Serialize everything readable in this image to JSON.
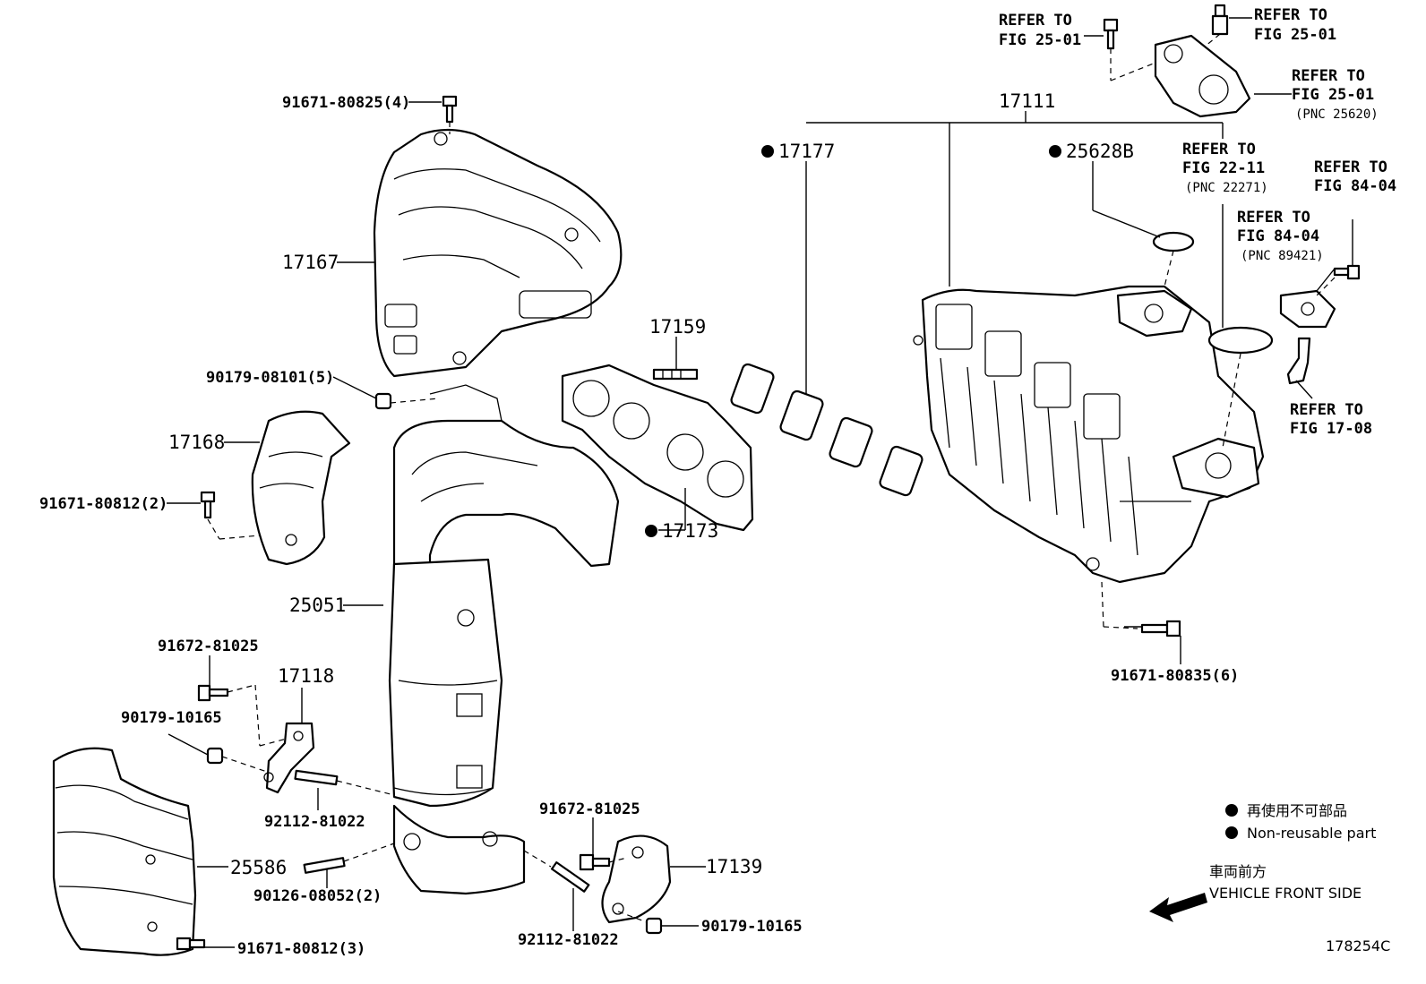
{
  "labels": {
    "l_91671_80825": "91671-80825(4)",
    "l_17167": "17167",
    "l_90179_08101": "90179-08101(5)",
    "l_17168": "17168",
    "l_91671_80812_2": "91671-80812(2)",
    "l_25051": "25051",
    "l_91672_81025_a": "91672-81025",
    "l_17118": "17118",
    "l_90179_10165_a": "90179-10165",
    "l_92112_81022_a": "92112-81022",
    "l_25586": "25586",
    "l_90126_08052": "90126-08052(2)",
    "l_91671_80812_3": "91671-80812(3)",
    "l_91672_81025_b": "91672-81025",
    "l_17139": "17139",
    "l_92112_81022_b": "92112-81022",
    "l_90179_10165_b": "90179-10165",
    "l_17159": "17159",
    "l_17173": "17173",
    "l_17177": "17177",
    "l_17111": "17111",
    "l_25628B": "25628B",
    "l_91671_80835": "91671-80835(6)"
  },
  "refers": {
    "r1_line1": "REFER TO",
    "r1_line2": "FIG 25-01",
    "r2_line1": "REFER TO",
    "r2_line2": "FIG 25-01",
    "r3_line1": "REFER TO",
    "r3_line2": "FIG 25-01",
    "r3_pnc": "(PNC 25620)",
    "r4_line1": "REFER TO",
    "r4_line2": "FIG 22-11",
    "r4_pnc": "(PNC 22271)",
    "r5_line1": "REFER TO",
    "r5_line2": "FIG 84-04",
    "r6_line1": "REFER TO",
    "r6_line2": "FIG 84-04",
    "r6_pnc": "(PNC 89421)",
    "r7_line1": "REFER TO",
    "r7_line2": "FIG 17-08"
  },
  "legend": {
    "jp_text": "再使用不可部品",
    "en_text": "Non-reusable part"
  },
  "direction": {
    "jp_text": "車両前方",
    "en_text": "VEHICLE FRONT SIDE"
  },
  "figure_id": "178254C"
}
